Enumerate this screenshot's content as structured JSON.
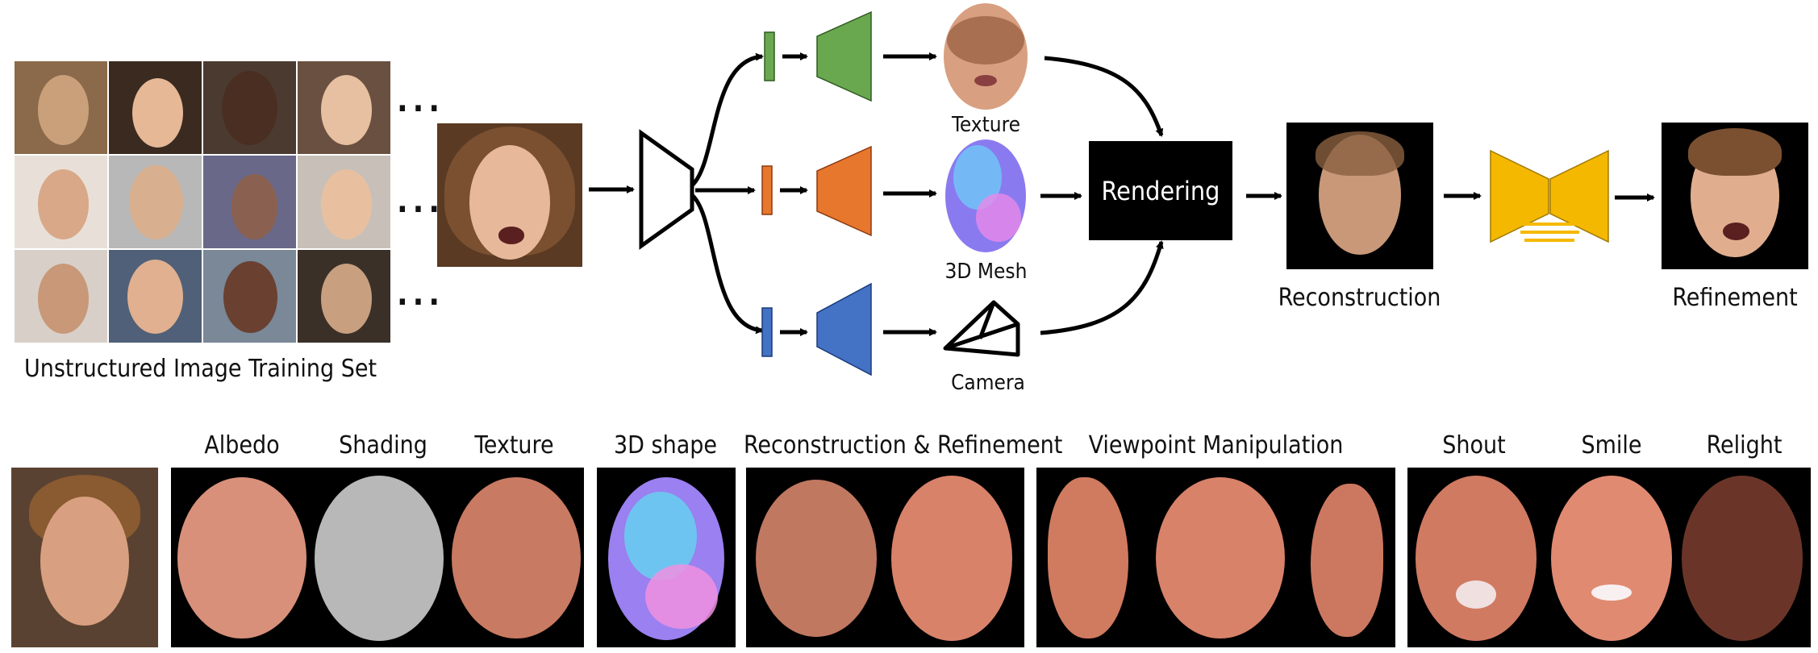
{
  "training_set": {
    "caption": "Unstructured Image Training Set",
    "ellipsis": "..."
  },
  "outputs": {
    "texture": "Texture",
    "mesh": "3D Mesh",
    "camera": "Camera",
    "rendering": "Rendering",
    "reconstruction": "Reconstruction",
    "refinement": "Refinement"
  },
  "bottom_row": {
    "albedo": "Albedo",
    "shading": "Shading",
    "texture": "Texture",
    "shape": "3D shape",
    "recon_refine": "Reconstruction & Refinement",
    "viewpoint": "Viewpoint Manipulation",
    "shout": "Shout",
    "smile": "Smile",
    "relight": "Relight"
  },
  "colors": {
    "texture_branch": "#6aa84f",
    "mesh_branch": "#e8772e",
    "camera_branch": "#4472c4",
    "refiner": "#f5b800"
  }
}
